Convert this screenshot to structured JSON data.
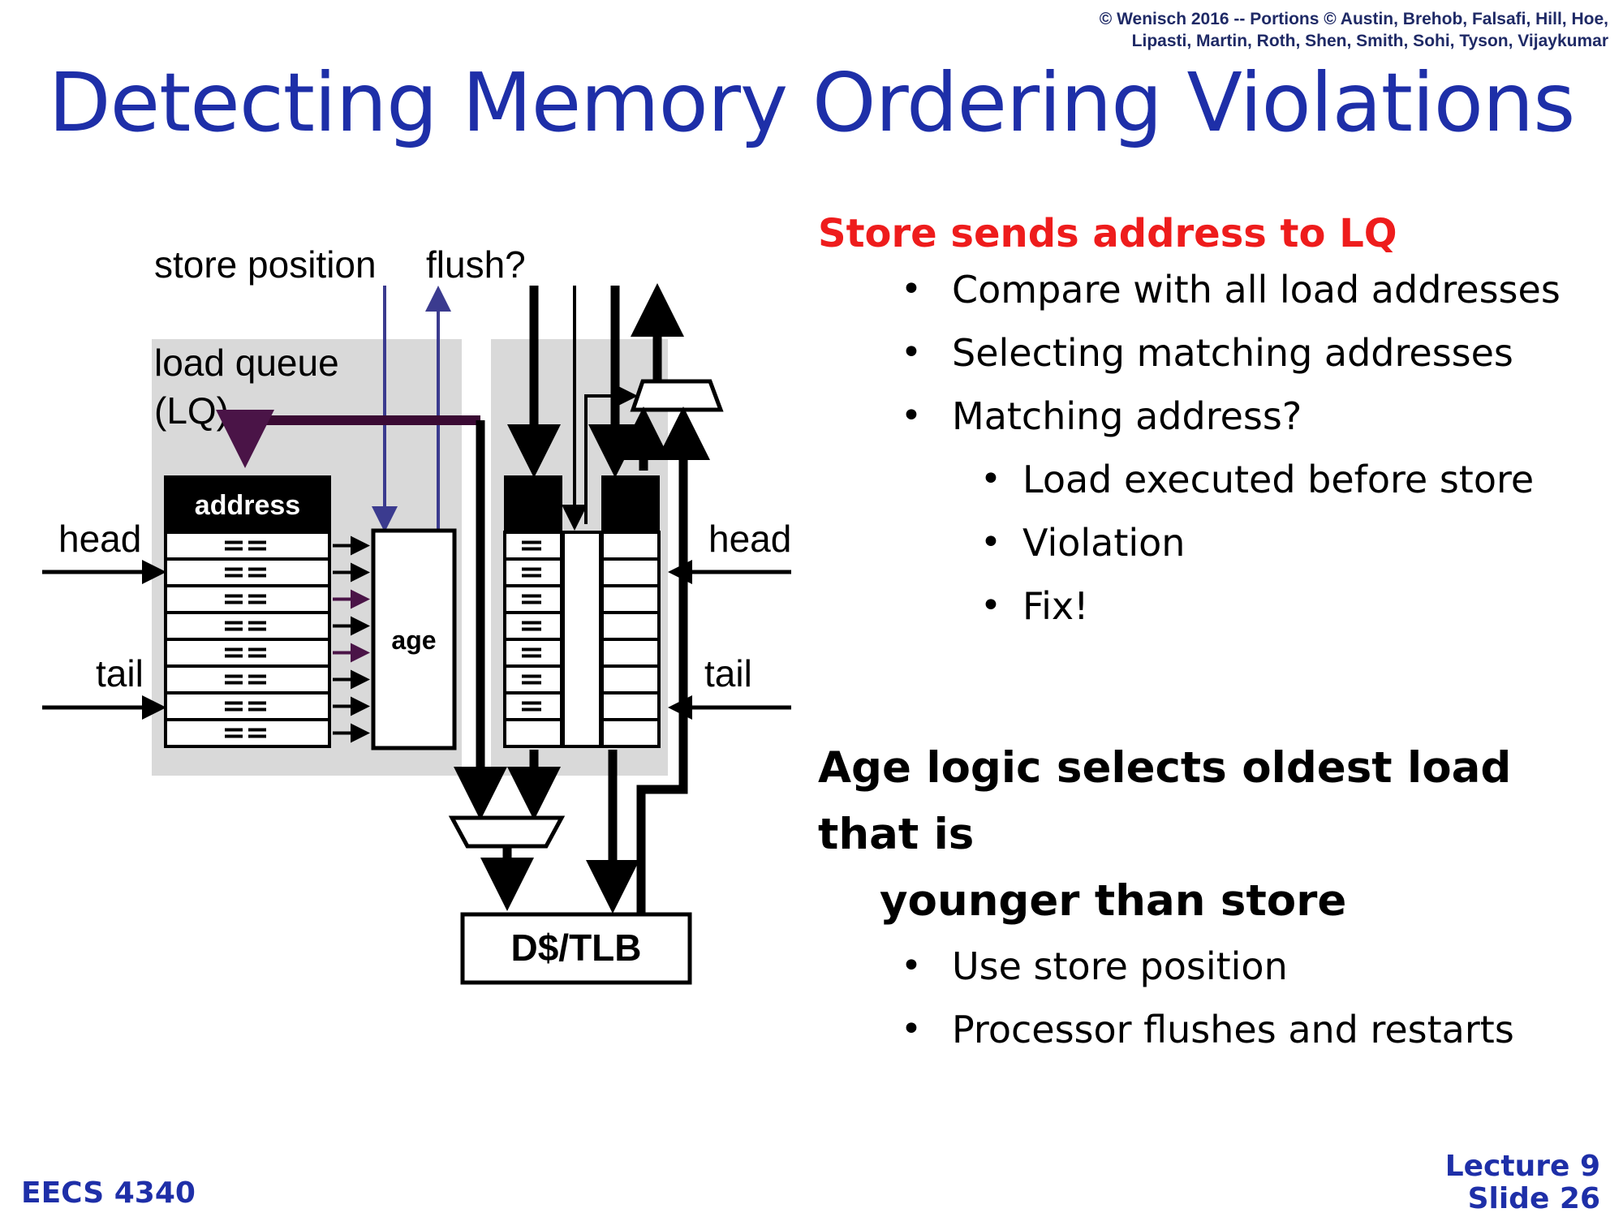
{
  "header": {
    "copyright_line1": "© Wenisch 2016 -- Portions © Austin, Brehob, Falsafi, Hill, Hoe,",
    "copyright_line2": "Lipasti, Martin, Roth, Shen, Smith, Sohi, Tyson, Vijaykumar"
  },
  "slide": {
    "title": "Detecting Memory Ordering Violations"
  },
  "diagram": {
    "store_position": "store position",
    "flush": "flush?",
    "load_queue_line1": "load queue",
    "load_queue_line2": "(LQ)",
    "address": "address",
    "age": "age",
    "head_left": "head",
    "tail_left": "tail",
    "head_right": "head",
    "tail_right": "tail",
    "dcache": "D$/TLB",
    "colors": {
      "lq_background": "#d9d9d9",
      "signal_lines": "#3b3b8f",
      "lq_bus": "#3a0a33",
      "highlight_arrows": "#4a1447"
    }
  },
  "bullets": {
    "section1": {
      "heading": "Store sends address to LQ",
      "items": [
        "Compare with all load addresses",
        "Selecting matching addresses",
        "Matching address?"
      ],
      "subitems": [
        "Load executed before store",
        "Violation",
        "Fix!"
      ]
    },
    "section2": {
      "heading_line1": "Age logic selects oldest load that is",
      "heading_line2": "younger than store",
      "items": [
        "Use store position",
        "Processor flushes and restarts"
      ]
    }
  },
  "footer": {
    "course": "EECS 4340",
    "lecture": "Lecture 9",
    "slide": "Slide 26"
  }
}
